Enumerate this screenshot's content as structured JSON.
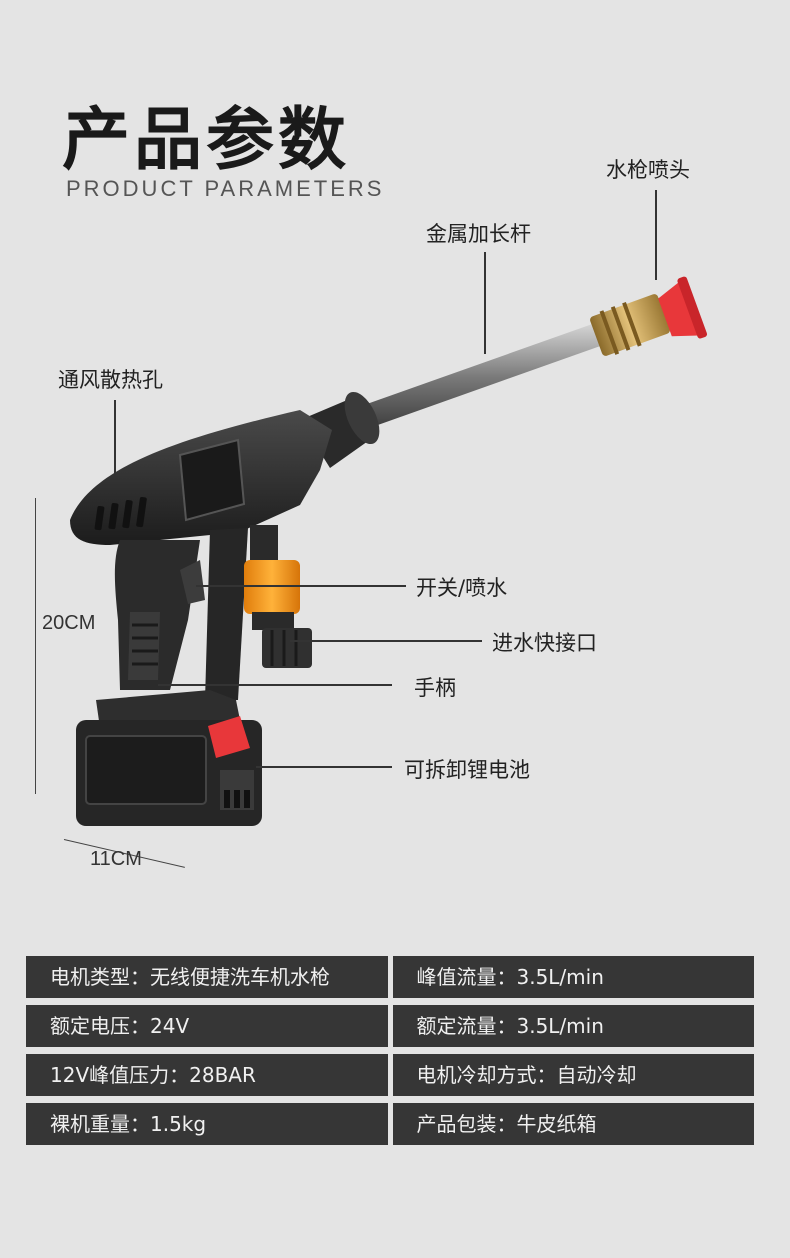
{
  "header": {
    "title_cn": "产品参数",
    "title_en": "PRODUCT PARAMETERS"
  },
  "callouts": {
    "nozzle": "水枪喷头",
    "rod": "金属加长杆",
    "vent": "通风散热孔",
    "switch": "开关/喷水",
    "inlet": "进水快接口",
    "handle": "手柄",
    "battery": "可拆卸锂电池"
  },
  "dimensions": {
    "height": "20CM",
    "width": "11CM"
  },
  "specs": [
    [
      "电机类型：无线便捷洗车机水枪",
      "峰值流量：3.5L/min"
    ],
    [
      "额定电压：24V",
      "额定流量：3.5L/min"
    ],
    [
      "12V峰值压力：28BAR",
      "电机冷却方式：自动冷却"
    ],
    [
      "裸机重量：1.5kg",
      "产品包装：牛皮纸箱"
    ]
  ],
  "colors": {
    "background": "#e4e4e4",
    "spec_bg": "#363636",
    "accent_orange": "#f39a1a",
    "accent_red": "#e8373a",
    "brass": "#c9a24a"
  }
}
